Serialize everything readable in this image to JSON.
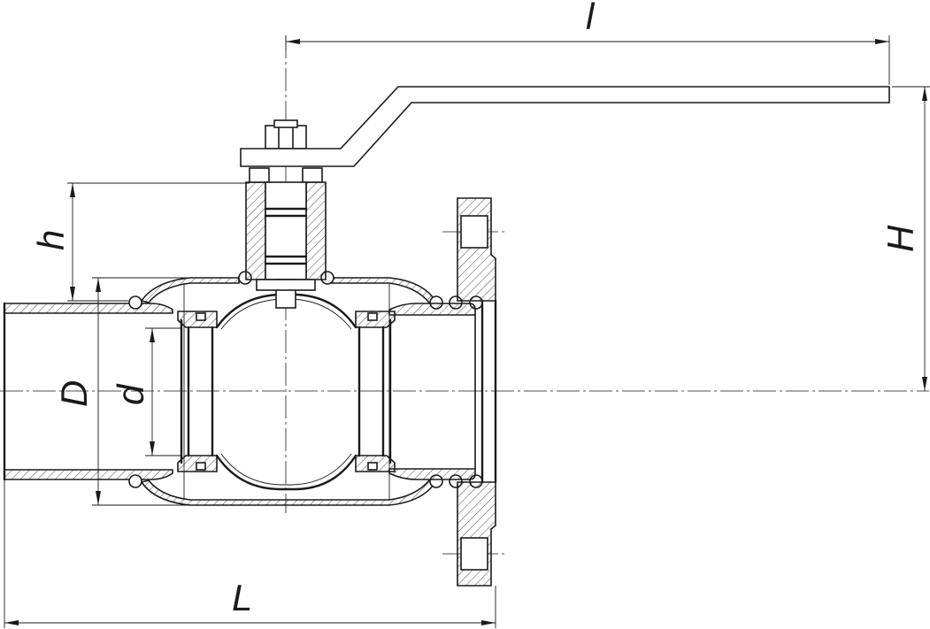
{
  "dimensions": {
    "handle_length": "l",
    "height": "H",
    "stem_height": "h",
    "outer_diameter": "D",
    "bore_diameter": "d",
    "length": "L"
  }
}
